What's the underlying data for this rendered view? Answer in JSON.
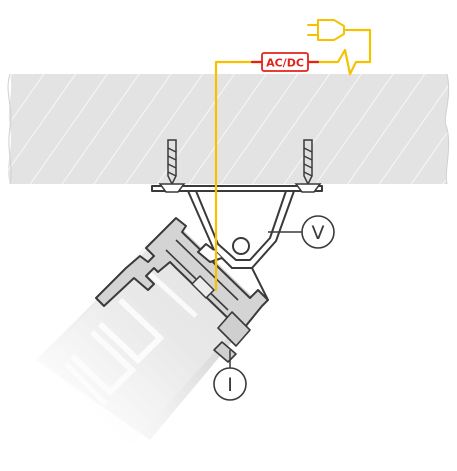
{
  "labels": {
    "power_unit": "AC/DC",
    "callout_mount": "V",
    "callout_profile": "I"
  },
  "colors": {
    "background": "#ffffff",
    "ceiling_fill": "#e3e3e3",
    "ceiling_hatch": "#ffffff",
    "line": "#3a3a3a",
    "profile_fill": "#d4d4d4",
    "profile_fade": "#eeeeee",
    "cable": "#f6c200",
    "cable_red": "#e2231a",
    "plug": "#f6c200"
  },
  "icons": {
    "plug": "power-plug-icon",
    "driver": "power-supply-icon",
    "screw": "screw-icon",
    "bracket": "mounting-bracket-icon"
  }
}
